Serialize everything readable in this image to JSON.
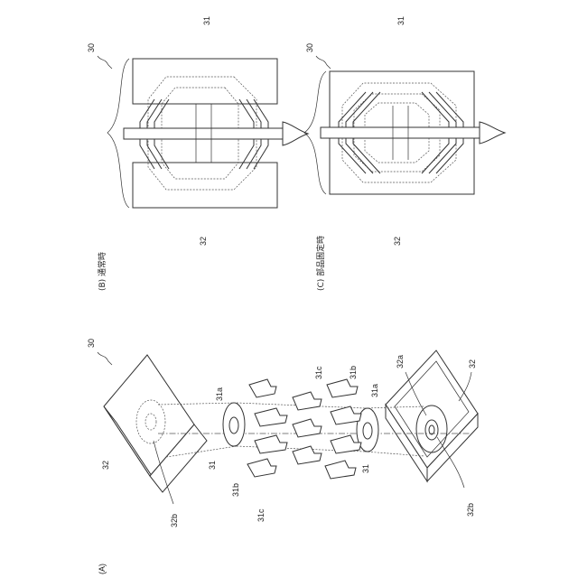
{
  "panels": {
    "A": {
      "label": "(A)"
    },
    "B": {
      "label": "(B) 通常時"
    },
    "C": {
      "label": "(C) 部品固定時"
    }
  },
  "labels": {
    "n30": "30",
    "n31": "31",
    "n31a": "31a",
    "n31b": "31b",
    "n31c": "31c",
    "n32": "32",
    "n32a": "32a",
    "n32b": "32b"
  },
  "colors": {
    "line": "#333333",
    "background": "#ffffff"
  }
}
